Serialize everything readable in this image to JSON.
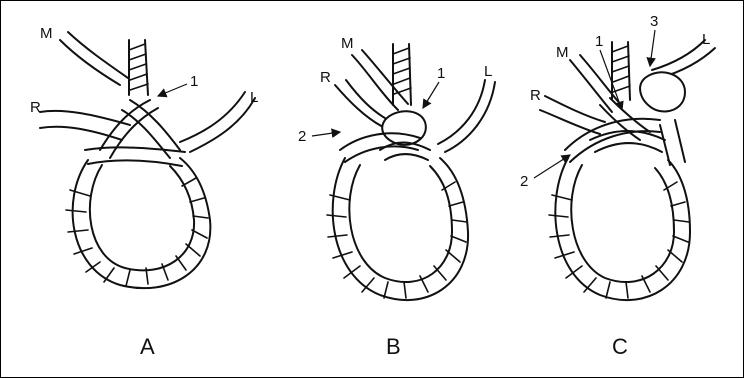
{
  "panels": [
    {
      "caption": "A",
      "strand_labels": {
        "m": "M",
        "r": "R",
        "l": "L"
      },
      "tuck_labels": [
        "1"
      ]
    },
    {
      "caption": "B",
      "strand_labels": {
        "m": "M",
        "r": "R",
        "l": "L"
      },
      "tuck_labels": [
        "1",
        "2"
      ]
    },
    {
      "caption": "C",
      "strand_labels": {
        "m": "M",
        "r": "R",
        "l": "L"
      },
      "tuck_labels": [
        "1",
        "2",
        "3"
      ]
    }
  ],
  "colors": {
    "ink": "#111111",
    "background": "#ffffff",
    "border": "#000000"
  }
}
